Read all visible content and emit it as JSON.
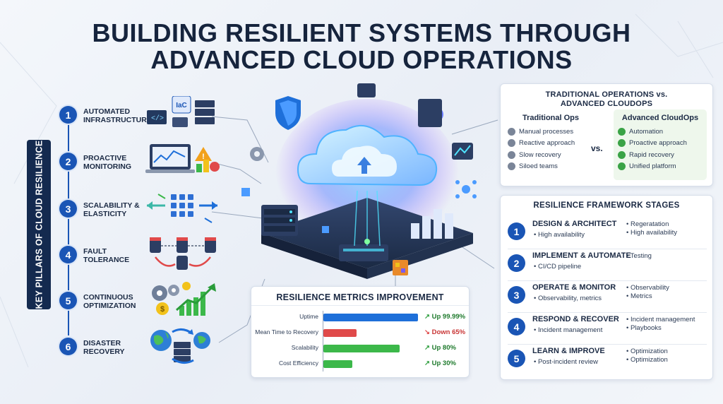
{
  "title": {
    "line1": "BUILDING RESILIENT SYSTEMS THROUGH",
    "line2": "ADVANCED CLOUD OPERATIONS"
  },
  "pillars": {
    "tag": "KEY PILLARS OF CLOUD RESILIENCE",
    "items": [
      {
        "num": "1",
        "label": "AUTOMATED INFRASTRUCTURE",
        "icon": "iac-server-icon",
        "badge": "IaC"
      },
      {
        "num": "2",
        "label": "PROACTIVE MONITORING",
        "icon": "laptop-dashboard-alert-icon"
      },
      {
        "num": "3",
        "label": "SCALABILITY & ELASTICITY",
        "icon": "scaling-grid-arrows-icon"
      },
      {
        "num": "4",
        "label": "FAULT TOLERANCE",
        "icon": "database-failover-icon"
      },
      {
        "num": "5",
        "label": "CONTINUOUS OPTIMIZATION",
        "icon": "gears-growth-icon"
      },
      {
        "num": "6",
        "label": "DISASTER RECOVERY",
        "icon": "globe-backup-cycle-icon"
      }
    ]
  },
  "metrics": {
    "title": "RESILIENCE METRICS IMPROVEMENT",
    "rows": [
      {
        "label": "Uptime",
        "value": "Up 99.99%",
        "fraction": 0.99,
        "color": "#1e6fd9",
        "trend": "up"
      },
      {
        "label": "Mean Time to Recovery",
        "value": "Down 65%",
        "fraction": 0.35,
        "color": "#e04a4a",
        "trend": "down"
      },
      {
        "label": "Scalability",
        "value": "Up 80%",
        "fraction": 0.8,
        "color": "#3cb84a",
        "trend": "up"
      },
      {
        "label": "Cost Efficiency",
        "value": "Up 30%",
        "fraction": 0.3,
        "color": "#3cb84a",
        "trend": "up"
      }
    ]
  },
  "compare": {
    "title_line1": "TRADITIONAL OPERATIONS vs.",
    "title_line2": "ADVANCED CLOUDOPS",
    "vs": "vs.",
    "traditional": {
      "heading": "Traditional Ops",
      "items": [
        "Manual processes",
        "Reactive approach",
        "Slow recovery",
        "Siloed teams"
      ],
      "dot_color": "#7a8598"
    },
    "cloudops": {
      "heading": "Advanced CloudOps",
      "items": [
        "Automation",
        "Proactive approach",
        "Rapid recovery",
        "Unified platform"
      ],
      "dot_color": "#3aa346"
    }
  },
  "stages": {
    "title": "RESILIENCE FRAMEWORK STAGES",
    "items": [
      {
        "num": "1",
        "name": "DESIGN & ARCHITECT",
        "desc": "• High availability",
        "side1": "• Regeratation",
        "side2": "• High availability"
      },
      {
        "num": "2",
        "name": "IMPLEMENT & AUTOMATE",
        "desc": "• CI/CD pipeline",
        "side1": "• Testing",
        "side2": ""
      },
      {
        "num": "3",
        "name": "OPERATE & MONITOR",
        "desc": "• Observability, metrics",
        "side1": "• Observability",
        "side2": "• Metrics"
      },
      {
        "num": "4",
        "name": "RESPOND & RECOVER",
        "desc": "• Incident management",
        "side1": "• Incident management",
        "side2": "• Playbooks"
      },
      {
        "num": "5",
        "name": "LEARN & IMPROVE",
        "desc": "• Post-incident review",
        "side1": "• Optimization",
        "side2": "• Optimization"
      }
    ]
  },
  "center": {
    "icons": [
      "cloud-icon",
      "shield-icon",
      "gear-icon",
      "server-rack-icon",
      "chart-bars-icon",
      "network-icon"
    ]
  }
}
